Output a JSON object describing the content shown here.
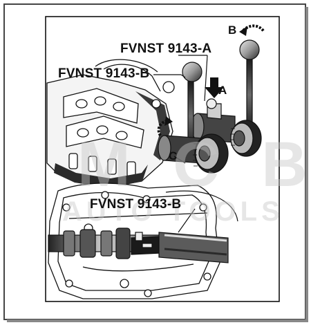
{
  "labels": {
    "tool_a": "FVNST 9143-A",
    "tool_b_top": "FVNST 9143-B",
    "tool_b_bottom": "FVNST 9143-B"
  },
  "callouts": {
    "a": "A",
    "b": "B",
    "c": "C"
  },
  "watermark": {
    "line1": "M C B",
    "line2": "AUTO TOOLS"
  },
  "colors": {
    "ink": "#111111",
    "paper": "#ffffff",
    "watermark": "#c8c8c8",
    "shading": "#3a3a3a"
  }
}
